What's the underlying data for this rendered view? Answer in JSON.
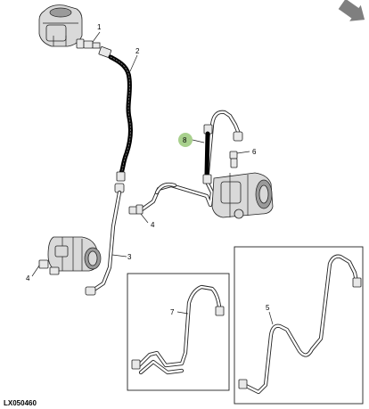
{
  "callouts": {
    "c1": "1",
    "c2": "2",
    "c3": "3",
    "c4a": "4",
    "c4b": "4",
    "c5": "5",
    "c6": "6",
    "c7": "7",
    "c8": "8"
  },
  "figure_code": "LX050460",
  "colors": {
    "highlight_callout": "#a8d08d",
    "nav_arrow": "#7f7f7f",
    "hose": "#000000"
  },
  "icons": {
    "nav_arrow": "arrow-down-right-icon"
  }
}
